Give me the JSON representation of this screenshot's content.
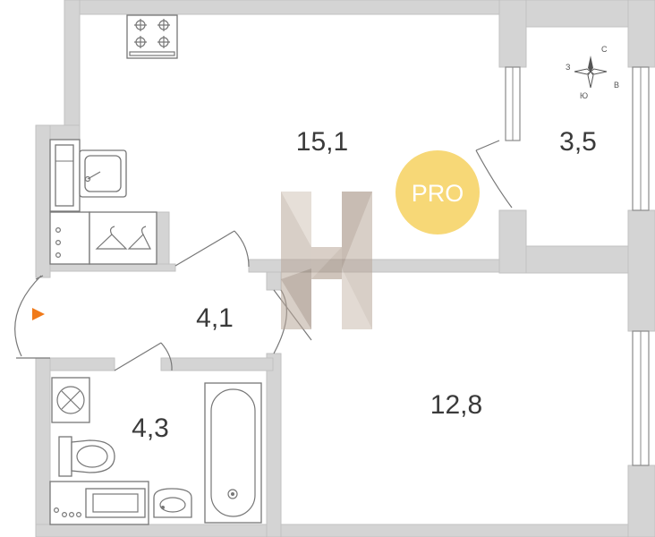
{
  "rooms": {
    "kitchen_living": {
      "area": "15,1"
    },
    "balcony": {
      "area": "3,5"
    },
    "hall": {
      "area": "4,1"
    },
    "bathroom": {
      "area": "4,3"
    },
    "bedroom": {
      "area": "12,8"
    }
  },
  "badge": {
    "text": "PRO",
    "color": "#f7d877"
  },
  "compass": {
    "north": "С",
    "west": "З",
    "east": "В",
    "south": "Ю"
  },
  "entrance_marker": {
    "icon": "entrance-arrow-icon",
    "color": "#f07a1a"
  },
  "watermark": {
    "icon": "h-logo-watermark-icon"
  },
  "colors": {
    "wall": "#d4d4d4",
    "wall_outline": "#c2c2c2",
    "fixture": "#777777"
  }
}
